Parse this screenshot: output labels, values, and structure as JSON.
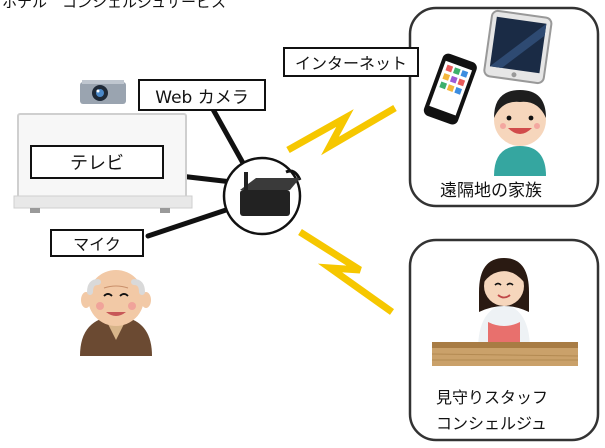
{
  "header": {
    "title": "ホテル　コンシェルジュサービス"
  },
  "labels": {
    "internet": "インターネット",
    "webcam": "Web カメラ",
    "tv": "テレビ",
    "mic": "マイク",
    "family": "遠隔地の家族",
    "staff_line1": "見守りスタッフ",
    "staff_line2": "コンシェルジュ"
  },
  "colors": {
    "signal": "#f6c700",
    "line": "#111111",
    "panel_border": "#333333",
    "staff_apron": "#e8706d",
    "desk": "#caa16a"
  },
  "icons": [
    "webcam-icon",
    "tv-icon",
    "router-icon",
    "smartphone-icon",
    "tablet-icon",
    "child-icon",
    "elderly-man-icon",
    "staff-woman-icon",
    "lightning-icon"
  ]
}
